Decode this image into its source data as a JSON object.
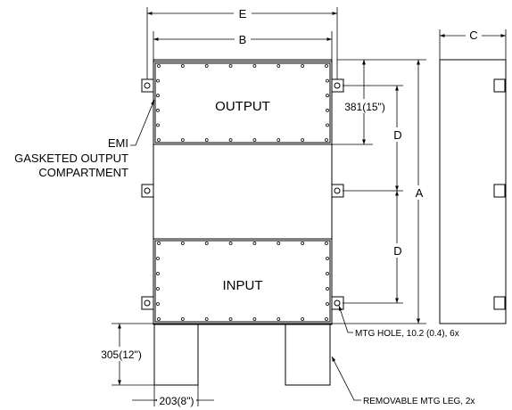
{
  "labels": {
    "dim_e": "E",
    "dim_b": "B",
    "dim_c": "C",
    "dim_a": "A",
    "dim_d_upper": "D",
    "dim_d_lower": "D",
    "output": "OUTPUT",
    "input": "INPUT",
    "dim_381": "381(15\")",
    "dim_305": "305(12\")",
    "dim_203": "203(8\")",
    "emi_line1": "EMI",
    "emi_line2": "GASKETED OUTPUT",
    "emi_line3": "COMPARTMENT",
    "mtg_hole": "MTG HOLE, 10.2 (0.4), 6x",
    "mtg_leg": "REMOVABLE MTG LEG, 2x"
  }
}
